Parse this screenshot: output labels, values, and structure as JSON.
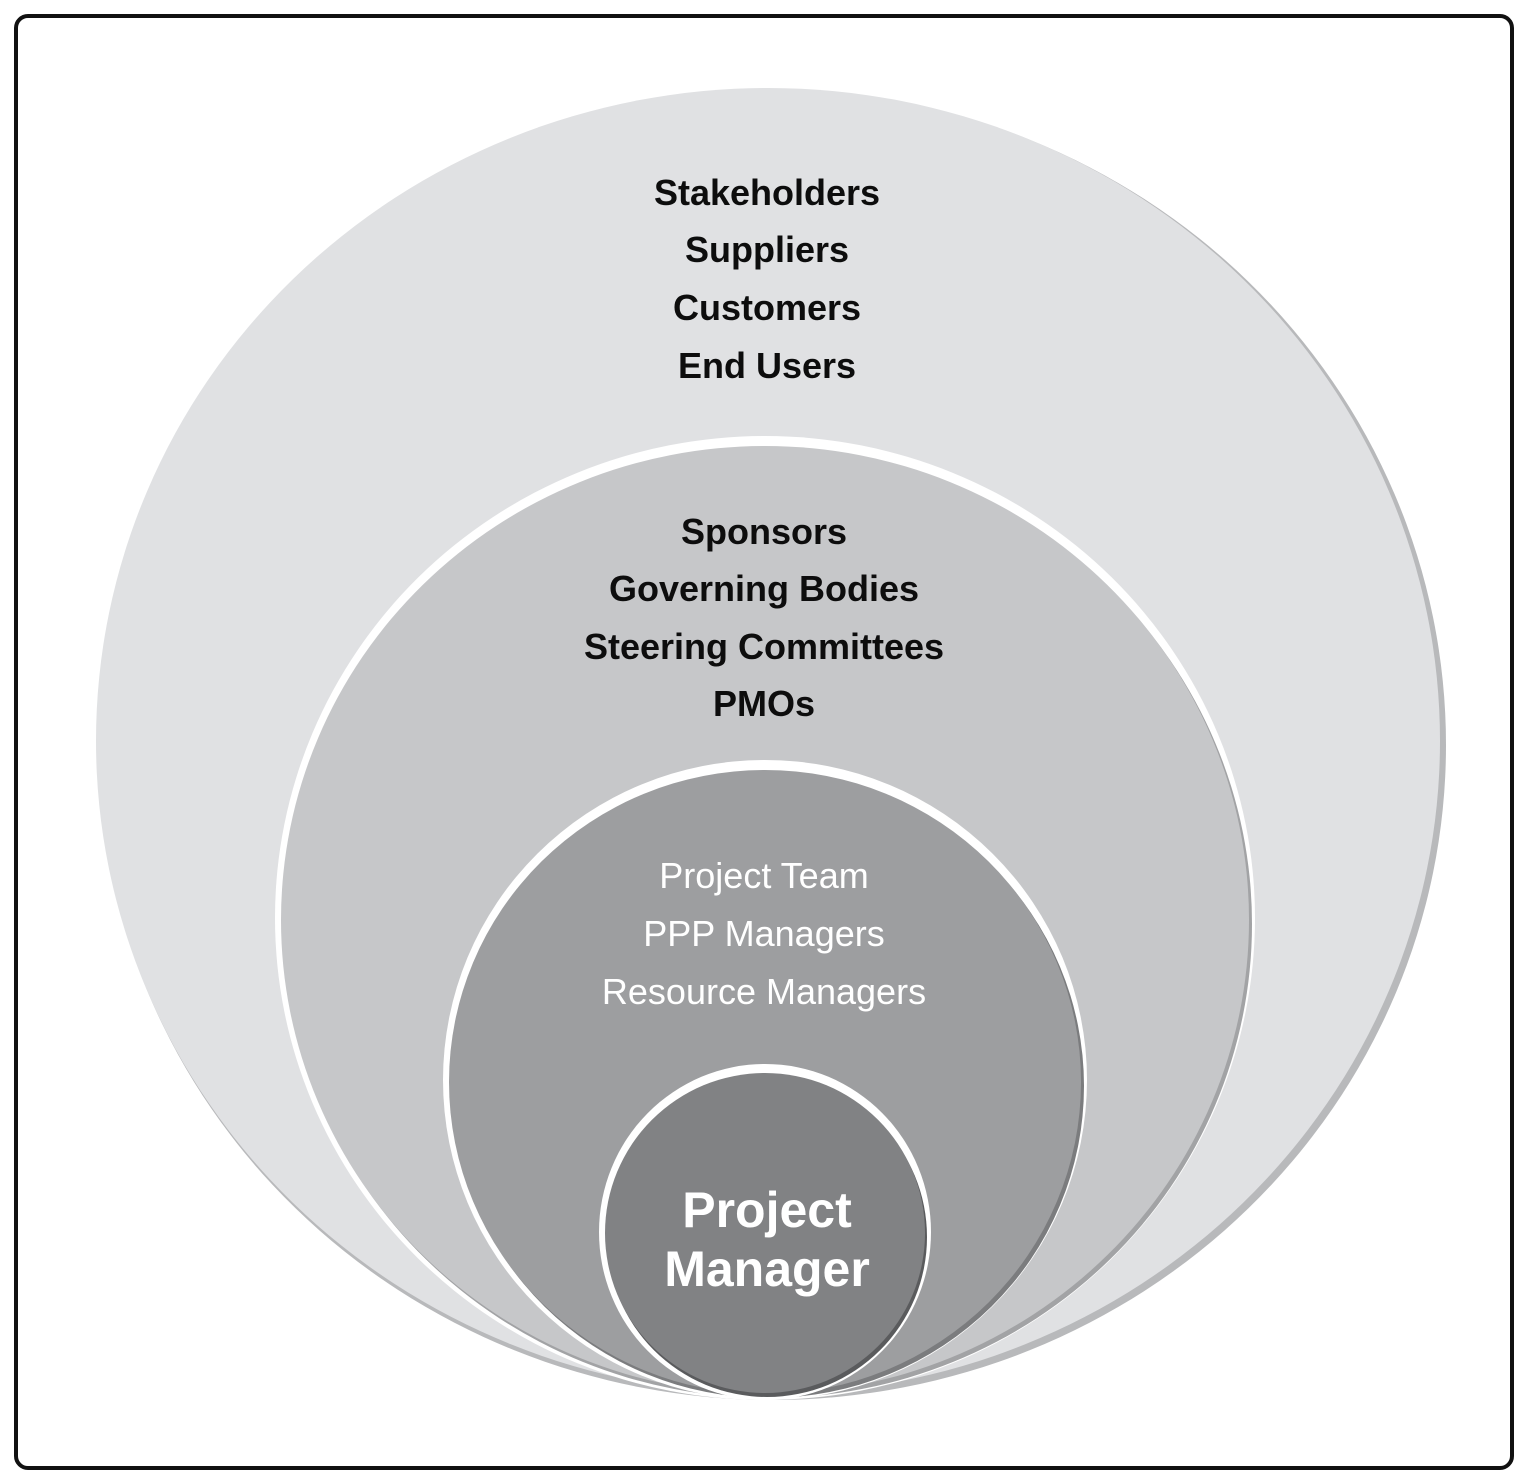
{
  "diagram": {
    "rings": [
      {
        "id": "outer",
        "items": [
          "Stakeholders",
          "Suppliers",
          "Customers",
          "End Users"
        ],
        "fill": "#e0e1e3"
      },
      {
        "id": "second",
        "items": [
          "Sponsors",
          "Governing Bodies",
          "Steering Committees",
          "PMOs"
        ],
        "fill": "#c6c7c9"
      },
      {
        "id": "third",
        "items": [
          "Project Team",
          "PPP Managers",
          "Resource Managers"
        ],
        "fill": "#9d9ea0"
      },
      {
        "id": "core",
        "items": [
          "Project",
          "Manager"
        ],
        "fill": "#818284"
      }
    ]
  }
}
